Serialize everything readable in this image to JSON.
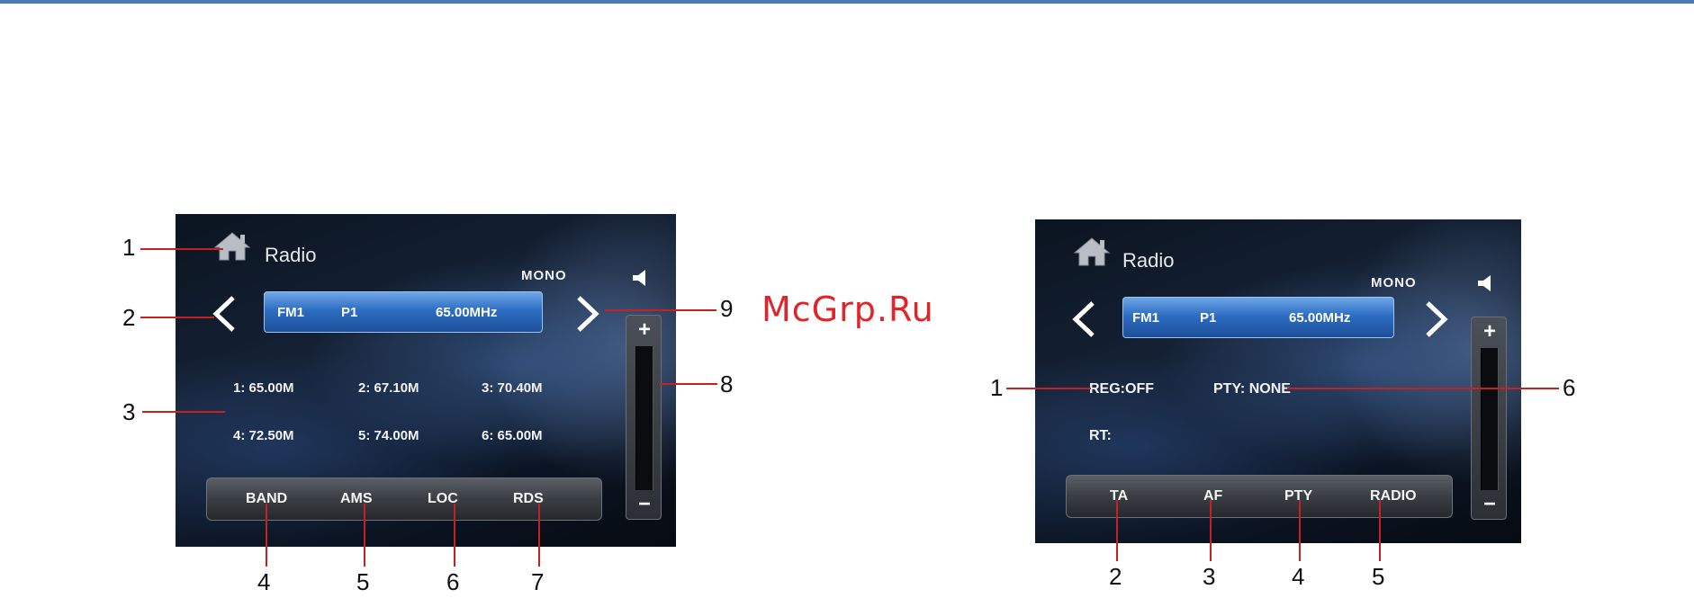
{
  "watermark": "McGrp.Ru",
  "left_screen": {
    "title": "Radio",
    "stereo_mode": "MONO",
    "band": "FM1",
    "preset": "P1",
    "frequency": "65.00MHz",
    "presets": [
      {
        "num": "1:",
        "value": "65.00M"
      },
      {
        "num": "2:",
        "value": "67.10M"
      },
      {
        "num": "3:",
        "value": "70.40M"
      },
      {
        "num": "4:",
        "value": "72.50M"
      },
      {
        "num": "5:",
        "value": "74.00M"
      },
      {
        "num": "6:",
        "value": "65.00M"
      }
    ],
    "buttons": [
      "BAND",
      "AMS",
      "LOC",
      "RDS"
    ],
    "vol_plus": "+",
    "vol_minus": "−",
    "callouts": [
      "1",
      "2",
      "3",
      "4",
      "5",
      "6",
      "7",
      "8",
      "9"
    ]
  },
  "right_screen": {
    "title": "Radio",
    "stereo_mode": "MONO",
    "band": "FM1",
    "preset": "P1",
    "frequency": "65.00MHz",
    "reg": "REG:OFF",
    "pty": "PTY: NONE",
    "rt": "RT:",
    "buttons": [
      "TA",
      "AF",
      "PTY",
      "RADIO"
    ],
    "vol_plus": "+",
    "vol_minus": "−",
    "callouts": [
      "1",
      "6",
      "2",
      "3",
      "4",
      "5"
    ]
  },
  "colors": {
    "accent_line": "#4a7bb7",
    "callout_line": "#c62020",
    "watermark": "#e0242a",
    "freq_bar": "#2d6dc2"
  }
}
